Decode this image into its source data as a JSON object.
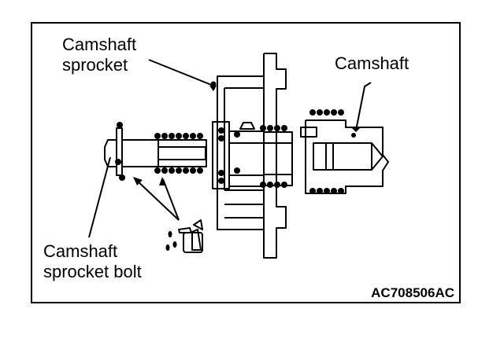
{
  "labels": {
    "camshaft_sprocket": [
      "Camshaft",
      "sprocket"
    ],
    "camshaft": "Camshaft",
    "camshaft_sprocket_bolt": [
      "Camshaft",
      "sprocket bolt"
    ]
  },
  "figure_code": "AC708506AC",
  "colors": {
    "line": "#000000",
    "background": "#ffffff",
    "oil_drop": "#000000"
  },
  "icons": [
    "oil-can-icon",
    "oil-drop-icon"
  ]
}
